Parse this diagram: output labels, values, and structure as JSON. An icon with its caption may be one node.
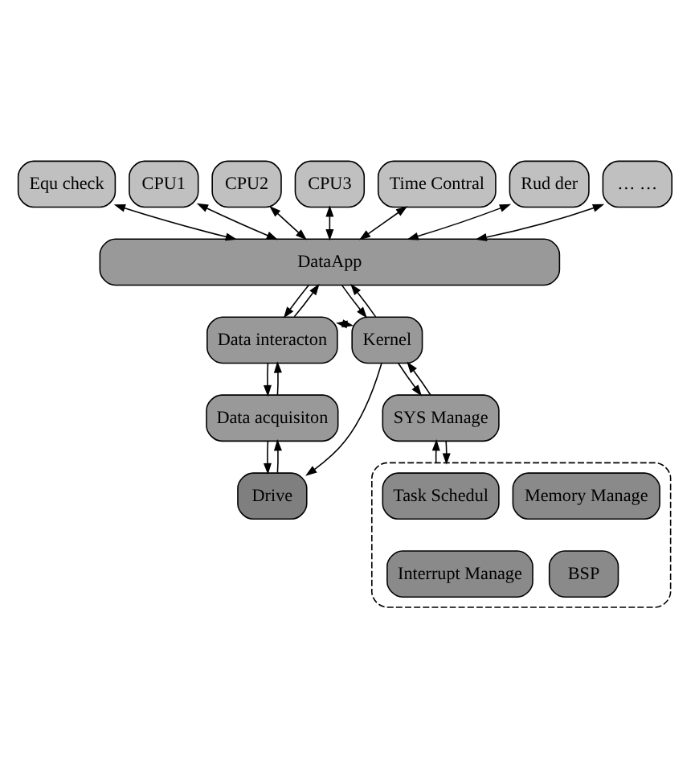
{
  "diagram": {
    "nodes": [
      {
        "text": [
          "Equ check"
        ]
      },
      {
        "text": [
          "CPU1"
        ]
      },
      {
        "text": [
          "CPU2"
        ]
      },
      {
        "text": [
          "CPU3"
        ]
      },
      {
        "text": [
          "Time Contral"
        ]
      },
      {
        "text": [
          "Rud der"
        ]
      },
      {
        "text": [
          "… …"
        ]
      },
      {
        "text": [
          "DataApp"
        ]
      },
      {
        "text": [
          "Data interacton"
        ]
      },
      {
        "text": [
          "Kernel"
        ]
      },
      {
        "text": [
          "SYS Manage"
        ]
      },
      {
        "text": [
          "Data acquisiton"
        ]
      },
      {
        "text": [
          "Drive"
        ]
      },
      {
        "text": [],
        "shape": "box"
      },
      {
        "text": [
          "Task Schedul"
        ],
        "in": 13
      },
      {
        "text": [
          "Memory Manage"
        ],
        "in": 13
      },
      {
        "text": [
          "Interrupt Manage"
        ],
        "in": 13
      },
      {
        "text": [
          "BSP"
        ],
        "in": 13
      }
    ],
    "edges": [
      {
        "from": 0,
        "to": 7,
        "arrow": "both"
      },
      {
        "from": 1,
        "to": 7,
        "arrow": "both"
      },
      {
        "from": 2,
        "to": 7,
        "arrow": "both"
      },
      {
        "from": 3,
        "to": 7,
        "arrow": "both"
      },
      {
        "from": 4,
        "to": 7,
        "arrow": "both"
      },
      {
        "from": 5,
        "to": 7,
        "arrow": "both"
      },
      {
        "from": 6,
        "to": 7,
        "arrow": "both"
      },
      {
        "from": 7,
        "to": 8,
        "arrow": "to"
      },
      {
        "from": 8,
        "to": 7,
        "arrow": "to"
      },
      {
        "from": 7,
        "to": 9,
        "arrow": "to"
      },
      {
        "from": 9,
        "to": 7,
        "arrow": "to"
      },
      {
        "from": 8,
        "to": 9,
        "arrow": "both"
      },
      {
        "from": 9,
        "to": 12,
        "arrow": "to"
      },
      {
        "from": 9,
        "to": 10,
        "arrow": "to"
      },
      {
        "from": 10,
        "to": 9,
        "arrow": "to"
      },
      {
        "from": 10,
        "to": 13,
        "arrow": "to"
      },
      {
        "from": 13,
        "to": 10,
        "arrow": "to"
      },
      {
        "from": 8,
        "to": 11,
        "arrow": "to"
      },
      {
        "from": 11,
        "to": 8,
        "arrow": "to"
      },
      {
        "from": 11,
        "to": 12,
        "arrow": "to"
      },
      {
        "from": 12,
        "to": 11,
        "arrow": "to"
      }
    ]
  }
}
